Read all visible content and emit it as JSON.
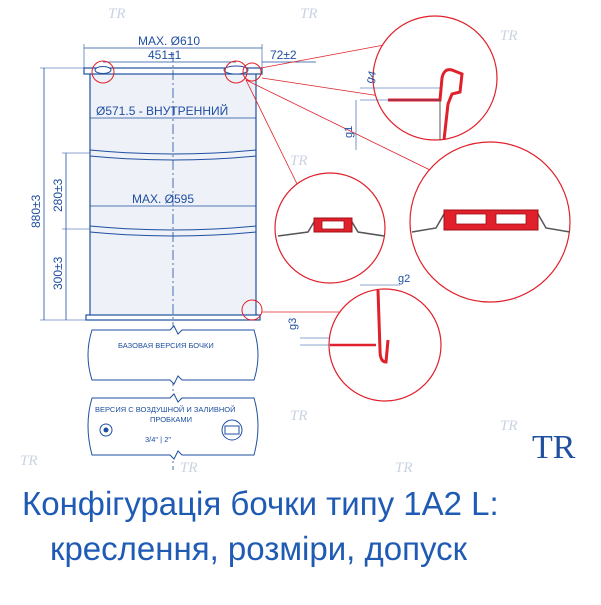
{
  "dimensions": {
    "max_outer_diameter": "MAX. Ø610",
    "chime_distance": "451±1",
    "bung_offset": "72±2",
    "inner_diameter": "Ø571.5 - ВНУТРЕННИЙ",
    "max_rolling_hoop_diameter": "MAX. Ø595",
    "overall_height": "880±3",
    "upper_section_height": "280±3",
    "lower_section_height": "300±3",
    "detail_g4": "g4",
    "detail_g1": "g1",
    "detail_g2": "g2",
    "detail_g3": "g3"
  },
  "versions": {
    "base_label": "БАЗОВАЯ ВЕРСИЯ БОЧКИ",
    "bung_label_line1": "ВЕРСИЯ С ВОЗДУШНОЙ И ЗАЛИВНОЙ",
    "bung_label_line2": "ПРОБКАМИ",
    "bung_sizes": "3/4\" | 2\""
  },
  "watermark": "TR",
  "logo": "TR",
  "title": {
    "line1": "Конфігурація бочки типу 1A2 L:",
    "line2": "креслення, розміри, допуск"
  },
  "colors": {
    "drawing_blue": "#1f4fa0",
    "detail_red": "#e0202a",
    "title_blue": "#1f5bb5",
    "drum_fill": "#eef1f8"
  }
}
